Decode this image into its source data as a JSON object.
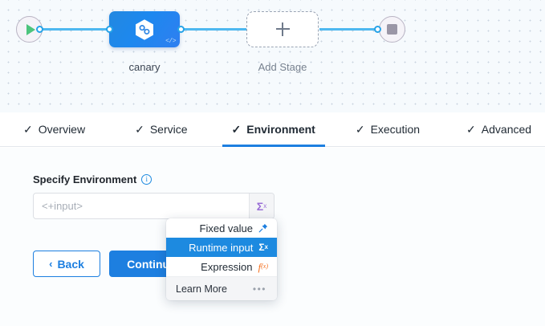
{
  "canvas": {
    "start_node": {
      "icon": "play-icon",
      "label": ""
    },
    "end_node": {
      "icon": "stop-icon",
      "label": ""
    },
    "stage": {
      "label": "canary",
      "icon": "harness-cd-hexagon-icon",
      "badge": "</>",
      "color": "#1d88ef"
    },
    "add_stage": {
      "label": "Add Stage",
      "icon": "plus-icon"
    },
    "connector_color": "#4eb8f0"
  },
  "tabs": [
    {
      "label": "Overview",
      "check": "✓",
      "active": false
    },
    {
      "label": "Service",
      "check": "✓",
      "active": false
    },
    {
      "label": "Environment",
      "check": "✓",
      "active": true
    },
    {
      "label": "Execution",
      "check": "✓",
      "active": false
    },
    {
      "label": "Advanced",
      "check": "✓",
      "active": false
    }
  ],
  "active_tab_color": "#1d7fe0",
  "form": {
    "field": {
      "label": "Specify Environment",
      "info_icon": "info-icon",
      "value": "<+input>",
      "placeholder": "<+input>",
      "sigma_button": {
        "glyph": "Σ",
        "sup": "x",
        "color": "#9a6fd6"
      }
    },
    "buttons": {
      "back": {
        "label": "Back",
        "chevron": "‹"
      },
      "continue": {
        "label": "Continue"
      }
    }
  },
  "dropdown": {
    "items": [
      {
        "label": "Fixed value",
        "icon": "pin-icon",
        "glyph": "📌",
        "selected": false
      },
      {
        "label": "Runtime input",
        "icon": "sigma-icon",
        "glyph": "Σ",
        "selected": true
      },
      {
        "label": "Expression",
        "icon": "fx-icon",
        "glyph": "f",
        "selected": false
      }
    ],
    "footer": {
      "label": "Learn More",
      "icon": "ellipsis-icon",
      "glyph": "•••"
    },
    "selected_bg": "#1d8ae0"
  }
}
